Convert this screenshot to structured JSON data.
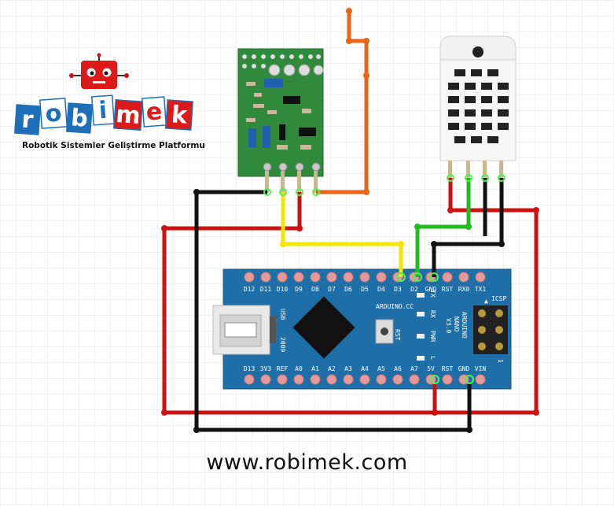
{
  "logo": {
    "letters": [
      "r",
      "o",
      "b",
      "i",
      "m",
      "e",
      "k"
    ],
    "tagline": "Robotik Sistemler Geliştirme Platformu"
  },
  "website": "www.robimek.com",
  "nano": {
    "top_pins": [
      "D12",
      "D11",
      "D10",
      "D9",
      "D8",
      "D7",
      "D6",
      "D5",
      "D4",
      "D3",
      "D2",
      "GND",
      "RST",
      "RX0",
      "TX1"
    ],
    "bottom_pins": [
      "D13",
      "3V3",
      "REF",
      "A0",
      "A1",
      "A2",
      "A3",
      "A4",
      "A5",
      "A6",
      "A7",
      "5V",
      "RST",
      "GND",
      "VIN"
    ],
    "usb_label": "USB",
    "year": "2009",
    "brand": "ARDUINO.CC",
    "rst_label": "RST",
    "led_labels": [
      "TX",
      "RX",
      "PWR",
      "L"
    ],
    "name_lines": [
      "ARDUINO",
      "NANO",
      "V3.0"
    ],
    "icsp": "ICSP",
    "icsp_one": "1"
  },
  "colors": {
    "wire_red": "#cc1111",
    "wire_black": "#111111",
    "wire_yellow": "#f2e600",
    "wire_green": "#22bb22",
    "wire_orange": "#e8661a",
    "board_blue": "#1e6fa8",
    "module_green": "#2f8a3c"
  }
}
